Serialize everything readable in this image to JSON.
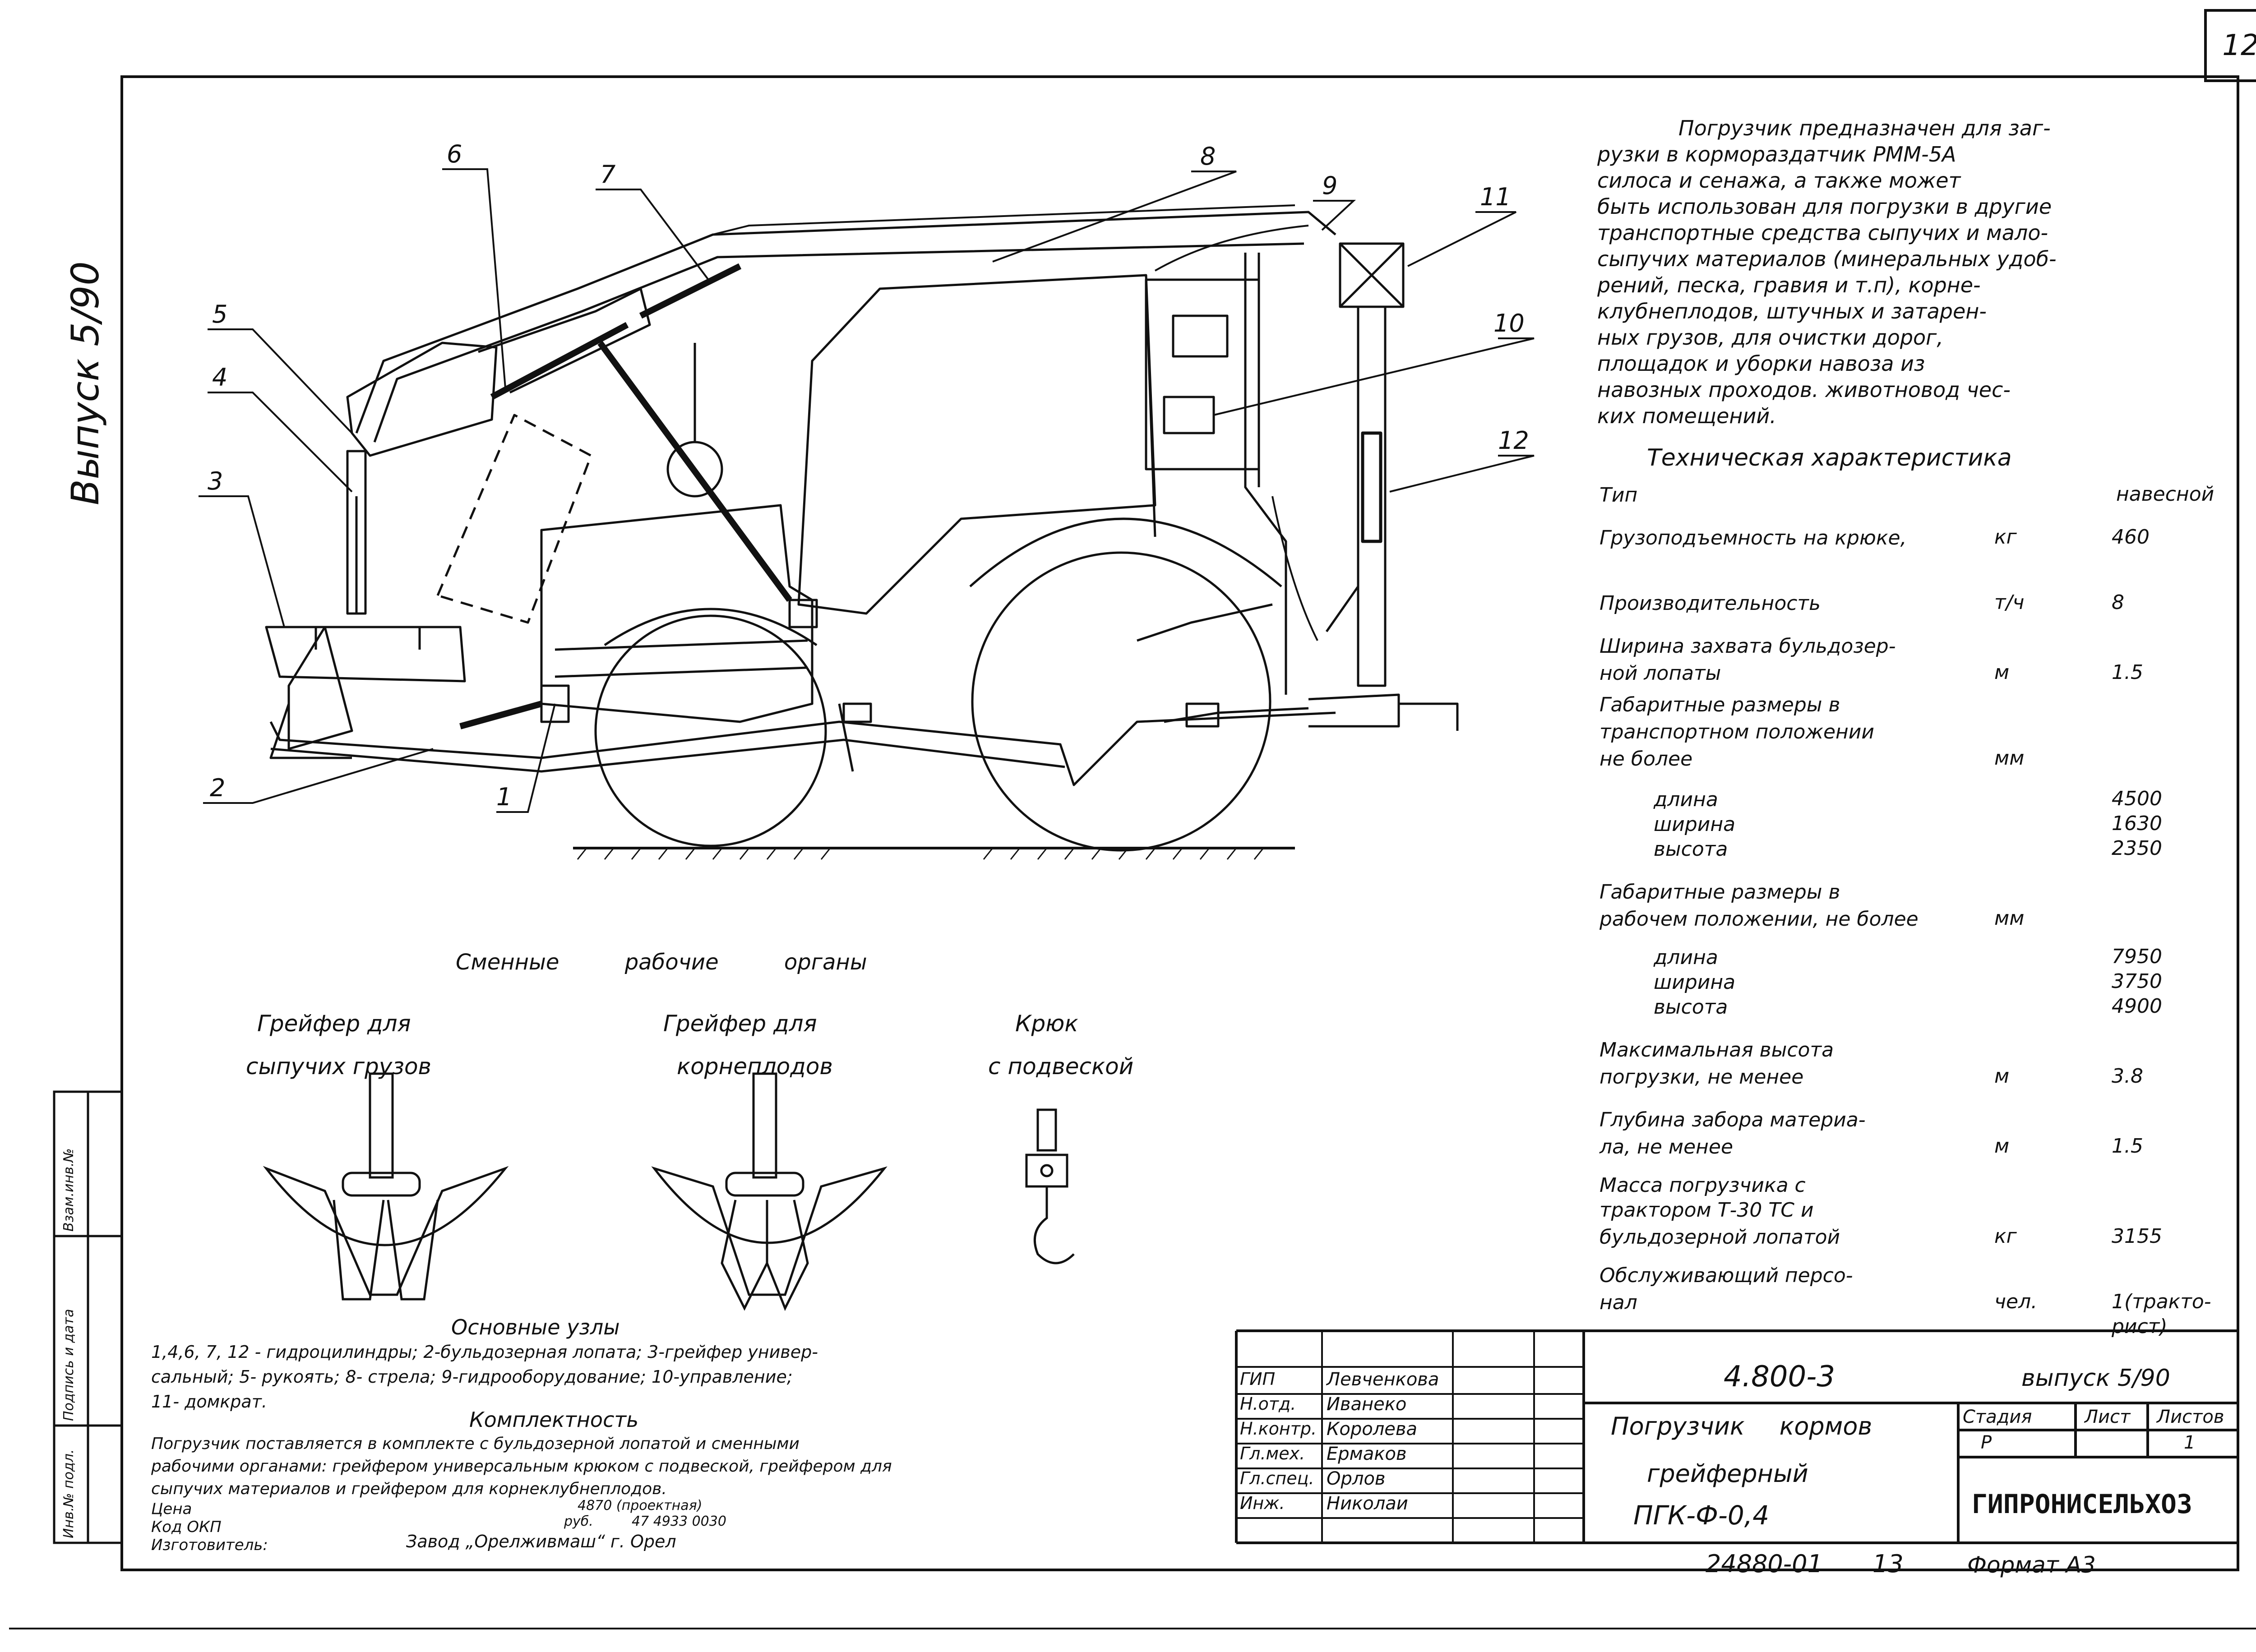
{
  "page_number": "12",
  "side_label": "Выпуск 5/90",
  "callouts": [
    "1",
    "2",
    "3",
    "4",
    "5",
    "6",
    "7",
    "8",
    "9",
    "10",
    "11",
    "12"
  ],
  "description": [
    "Погрузчик предназначен для заг-",
    "рузки в кормораздатчик РММ-5А",
    "силоса и сенажа, а также может",
    "быть использован для погрузки в другие",
    "транспортные средства сыпучих и мало-",
    "сыпучих материалов (минеральных удоб-",
    "рений, песка, гравия и т.п), корне-",
    "клубнеплодов, штучных и затарен-",
    "ных грузов, для очистки дорог,",
    "площадок и уборки навоза из",
    "навозных проходов. животновод чес-",
    "ких помещений."
  ],
  "specs": {
    "title": "Техническая характеристика",
    "rows": [
      {
        "label": "Тип",
        "unit": "",
        "value": "навесной"
      },
      {
        "label": "Грузоподъемность на крюке,",
        "unit": "кг",
        "value": "460"
      },
      {
        "label": "Производительность",
        "unit": "т/ч",
        "value": "8"
      },
      {
        "label": "Ширина захвата бульдозер-",
        "unit": "",
        "value": ""
      },
      {
        "label": "ной лопаты",
        "unit": "м",
        "value": "1.5"
      },
      {
        "label": "Габаритные размеры в",
        "unit": "",
        "value": ""
      },
      {
        "label": "транспортном положении",
        "unit": "",
        "value": ""
      },
      {
        "label": "не более",
        "unit": "мм",
        "value": ""
      },
      {
        "label": "длина",
        "unit": "",
        "value": "4500"
      },
      {
        "label": "ширина",
        "unit": "",
        "value": "1630"
      },
      {
        "label": "высота",
        "unit": "",
        "value": "2350"
      },
      {
        "label": "Габаритные размеры в",
        "unit": "",
        "value": ""
      },
      {
        "label": "рабочем положении, не более",
        "unit": "мм",
        "value": ""
      },
      {
        "label": "длина",
        "unit": "",
        "value": "7950"
      },
      {
        "label": "ширина",
        "unit": "",
        "value": "3750"
      },
      {
        "label": "высота",
        "unit": "",
        "value": "4900"
      },
      {
        "label": "Максимальная высота",
        "unit": "",
        "value": ""
      },
      {
        "label": "погрузки, не менее",
        "unit": "м",
        "value": "3.8"
      },
      {
        "label": "Глубина забора материа-",
        "unit": "",
        "value": ""
      },
      {
        "label": "ла, не менее",
        "unit": "м",
        "value": "1.5"
      },
      {
        "label": "Масса погрузчика с",
        "unit": "",
        "value": ""
      },
      {
        "label": "трактором Т-30 ТС и",
        "unit": "",
        "value": ""
      },
      {
        "label": "бульдозерной лопатой",
        "unit": "кг",
        "value": "3155"
      },
      {
        "label": "Обслуживающий персо-",
        "unit": "",
        "value": ""
      },
      {
        "label": "нал",
        "unit": "чел.",
        "value": "1(тракто-"
      },
      {
        "label": "",
        "unit": "",
        "value": "рист)"
      }
    ]
  },
  "attachments": {
    "title": "Сменные рабочие органы",
    "items": [
      {
        "line1": "Грейфер для",
        "line2": "сыпучих грузов"
      },
      {
        "line1": "Грейфер для",
        "line2": "корнеплодов"
      },
      {
        "line1": "Крюк",
        "line2": "с подвеской"
      }
    ]
  },
  "main_units": {
    "title": "Основные узлы",
    "lines": [
      "1,4,6, 7, 12 - гидроцилиндры; 2-бульдозерная лопата; 3-грейфер универ-",
      "сальный; 5- рукоять; 8- стрела; 9-гидрооборудование; 10-управление;",
      "11- домкрат."
    ]
  },
  "completeness": {
    "title": "Комплектность",
    "lines": [
      "Погрузчик поставляется в комплекте с бульдозерной лопатой и сменными",
      "рабочими органами: грейфером универсальным крюком с подвеской, грейфером для",
      "сыпучих материалов и грейфером для корнеклубнеплодов."
    ],
    "price_label": "Цена",
    "price_value": "4870 (проектная)",
    "price_unit": "руб.",
    "okp_label": "Код ОКП",
    "okp_value": "47 4933 0030",
    "maker_label": "Изготовитель:",
    "maker_value": "Завод „Орелживмаш“ г. Орел"
  },
  "title_block": {
    "doc_code": "4.800-3",
    "issue": "выпуск 5/90",
    "name_line1": "Погрузчик кормов",
    "name_line2": "грейферный",
    "name_line3": "ПГК-Ф-0,4",
    "stage_label": "Стадия",
    "sheet_label": "Лист",
    "sheets_label": "Листов",
    "stage_value": "Р",
    "sheets_value": "1",
    "org": "ГИПРОНИСЕЛЬХОЗ",
    "archive_no": "24880-01",
    "archive_sheet": "13",
    "format": "Формат А3",
    "people": [
      {
        "role": "ГИП",
        "name": "Левченкова"
      },
      {
        "role": "Н.отд.",
        "name": "Иванеко"
      },
      {
        "role": "Н.контр.",
        "name": "Королева"
      },
      {
        "role": "Гл.мех.",
        "name": "Ермаков"
      },
      {
        "role": "Гл.спец.",
        "name": "Орлов"
      },
      {
        "role": "Инж.",
        "name": "Николаи"
      }
    ]
  },
  "side_stamp": [
    "Инв.№ подл.",
    "Подпись и дата",
    "Взам.инв.№"
  ]
}
